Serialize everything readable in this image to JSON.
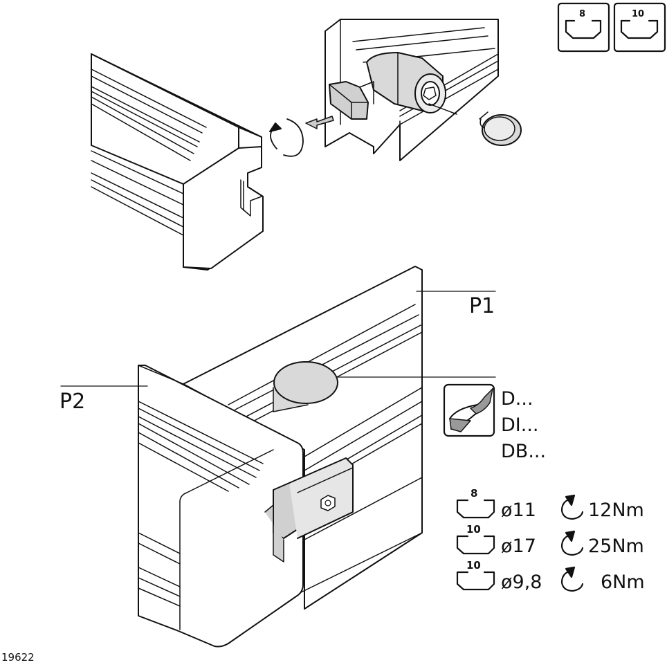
{
  "badges": [
    {
      "label": "8"
    },
    {
      "label": "10"
    }
  ],
  "parts": {
    "p1": "P1",
    "p2": "P2"
  },
  "drill_codes": [
    "D...",
    "DI...",
    "DB..."
  ],
  "specs": [
    {
      "slot": "8",
      "diameter": "ø11",
      "torque": "12Nm"
    },
    {
      "slot": "10",
      "diameter": "ø17",
      "torque": "25Nm"
    },
    {
      "slot": "10",
      "diameter": "ø9,8",
      "torque": "6Nm"
    }
  ],
  "figure_id": "19622",
  "icons": [
    "slot-profile-icon",
    "drill-bit-icon",
    "torque-arrow-icon",
    "rotation-arrow-icon",
    "push-arrow-icon"
  ]
}
